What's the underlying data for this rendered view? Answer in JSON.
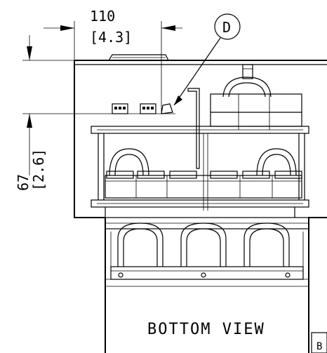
{
  "dimensions": {
    "width_mm": "110",
    "width_in": "[4.3]",
    "height_mm": "67",
    "height_in": "[2.6]"
  },
  "callout": {
    "label": "D"
  },
  "view": {
    "title": "BOTTOM VIEW"
  },
  "edge_fragment": {
    "text": "B"
  }
}
